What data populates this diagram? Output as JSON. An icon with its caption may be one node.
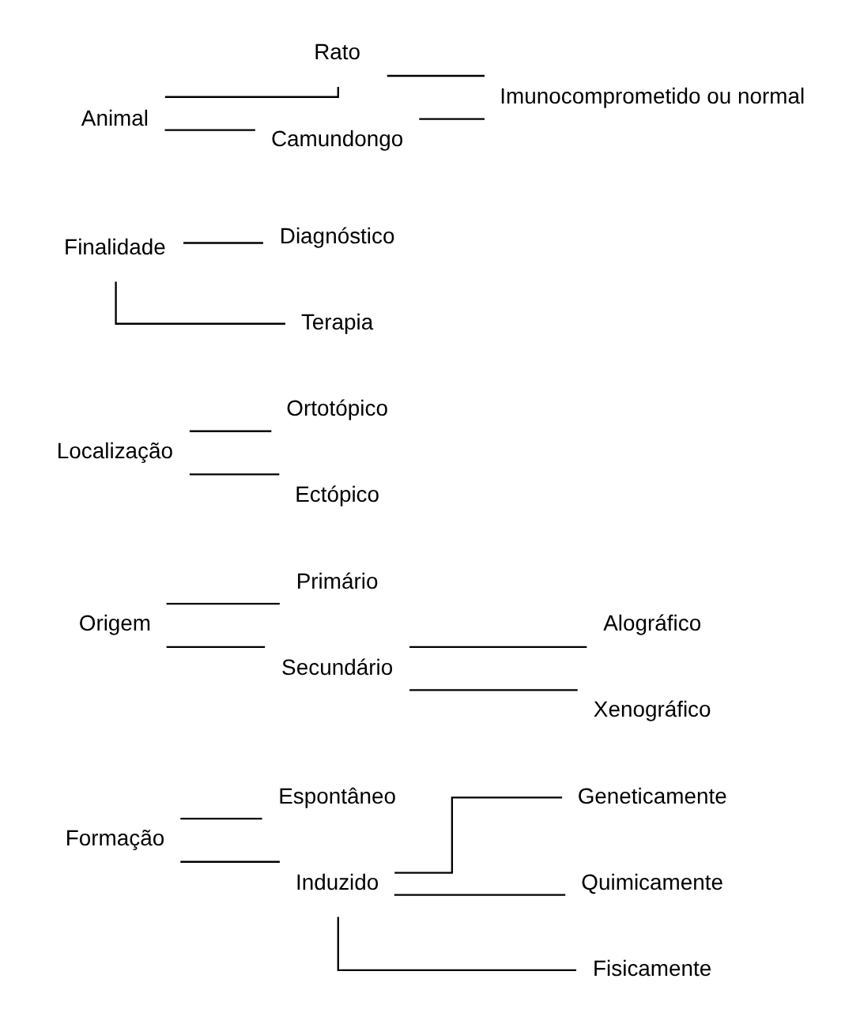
{
  "diagram": {
    "nodes": [
      {
        "text": [
          "Formação"
        ]
      },
      {
        "text": [
          "Espontâneo"
        ]
      },
      {
        "text": [
          "Induzido"
        ]
      },
      {
        "text": [
          "Geneticamente"
        ]
      },
      {
        "text": [
          "Quimicamente"
        ]
      },
      {
        "text": [
          "Fisicamente"
        ]
      },
      {
        "text": [
          "Origem"
        ]
      },
      {
        "text": [
          "Primário"
        ]
      },
      {
        "text": [
          "Secundário"
        ]
      },
      {
        "text": [
          "Alográfico"
        ]
      },
      {
        "text": [
          "Xenográfico"
        ]
      },
      {
        "text": [
          "Localização"
        ]
      },
      {
        "text": [
          "Ortotópico"
        ]
      },
      {
        "text": [
          "Ectópico"
        ]
      },
      {
        "text": [
          "Finalidade"
        ]
      },
      {
        "text": [
          "Diagnóstico"
        ]
      },
      {
        "text": [
          "Terapia"
        ]
      },
      {
        "text": [
          "Animal"
        ]
      },
      {
        "text": [
          "Rato"
        ]
      },
      {
        "text": [
          "Camundongo"
        ]
      },
      {
        "text": [
          "Imunocomprometido ou normal"
        ]
      }
    ],
    "edges": [
      {
        "from": 0,
        "to": 1,
        "arrow": "none"
      },
      {
        "from": 0,
        "to": 2,
        "arrow": "none"
      },
      {
        "from": 2,
        "to": 3,
        "arrow": "none"
      },
      {
        "from": 2,
        "to": 4,
        "arrow": "none"
      },
      {
        "from": 2,
        "to": 5,
        "arrow": "none"
      },
      {
        "from": 6,
        "to": 7,
        "arrow": "none"
      },
      {
        "from": 6,
        "to": 8,
        "arrow": "none"
      },
      {
        "from": 8,
        "to": 9,
        "arrow": "none"
      },
      {
        "from": 8,
        "to": 10,
        "arrow": "none"
      },
      {
        "from": 11,
        "to": 12,
        "arrow": "none"
      },
      {
        "from": 11,
        "to": 13,
        "arrow": "none"
      },
      {
        "from": 14,
        "to": 15,
        "arrow": "none"
      },
      {
        "from": 14,
        "to": 16,
        "arrow": "none"
      },
      {
        "from": 17,
        "to": 18,
        "arrow": "none"
      },
      {
        "from": 17,
        "to": 19,
        "arrow": "none"
      },
      {
        "from": 18,
        "to": 20,
        "arrow": "none"
      },
      {
        "from": 19,
        "to": 20,
        "arrow": "none"
      }
    ]
  }
}
